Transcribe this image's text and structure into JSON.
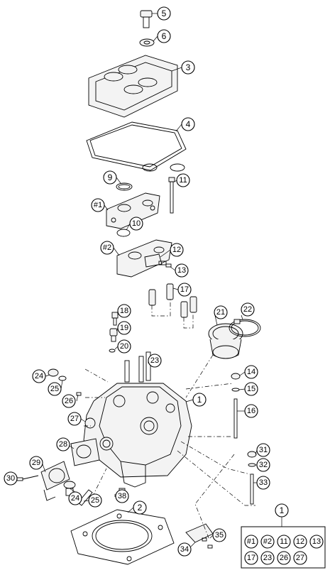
{
  "callouts": {
    "c5": "5",
    "c6": "6",
    "c3": "3",
    "c4": "4",
    "c9": "9",
    "c11": "11",
    "c1a": "#1",
    "c10": "10",
    "c2a": "#2",
    "c12": "12",
    "c13": "13",
    "c17": "17",
    "c18": "18",
    "c19": "19",
    "c20": "20",
    "c21": "21",
    "c22": "22",
    "c23": "23",
    "c24": "24",
    "c25": "25",
    "c26": "26",
    "c27": "27",
    "c1": "1",
    "c14": "14",
    "c15": "15",
    "c16": "16",
    "c28": "28",
    "c29": "29",
    "c30": "30",
    "c24b": "24",
    "c25b": "25",
    "c38": "38",
    "c2": "2",
    "c31": "31",
    "c32": "32",
    "c33": "33",
    "c35": "35",
    "c34": "34"
  },
  "kit": {
    "header": "1",
    "items": [
      "#1",
      "#2",
      "11",
      "12",
      "13",
      "17",
      "23",
      "26",
      "27"
    ]
  }
}
